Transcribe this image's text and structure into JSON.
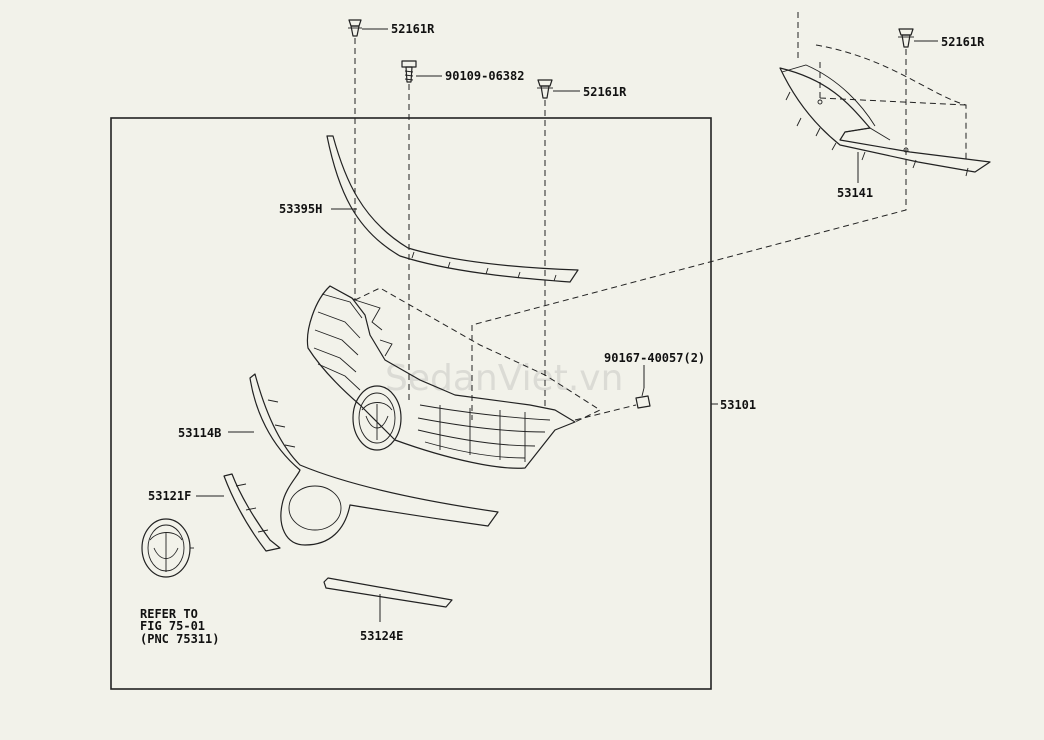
{
  "watermark": "SedanViet.vn",
  "parts": {
    "clip_top": "52161R",
    "screw": "90109-06382",
    "clip_mid": "52161R",
    "clip_right": "52161R",
    "upper_cover": "53141",
    "molding_upper": "53395H",
    "bolt": "90167-40057(2)",
    "grille_assy": "53101",
    "molding_lower": "53114B",
    "bracket_side": "53121F",
    "molding_bottom": "53124E"
  },
  "note": {
    "line1": "REFER TO",
    "line2": "FIG 75-01",
    "line3": "(PNC 75311)"
  }
}
